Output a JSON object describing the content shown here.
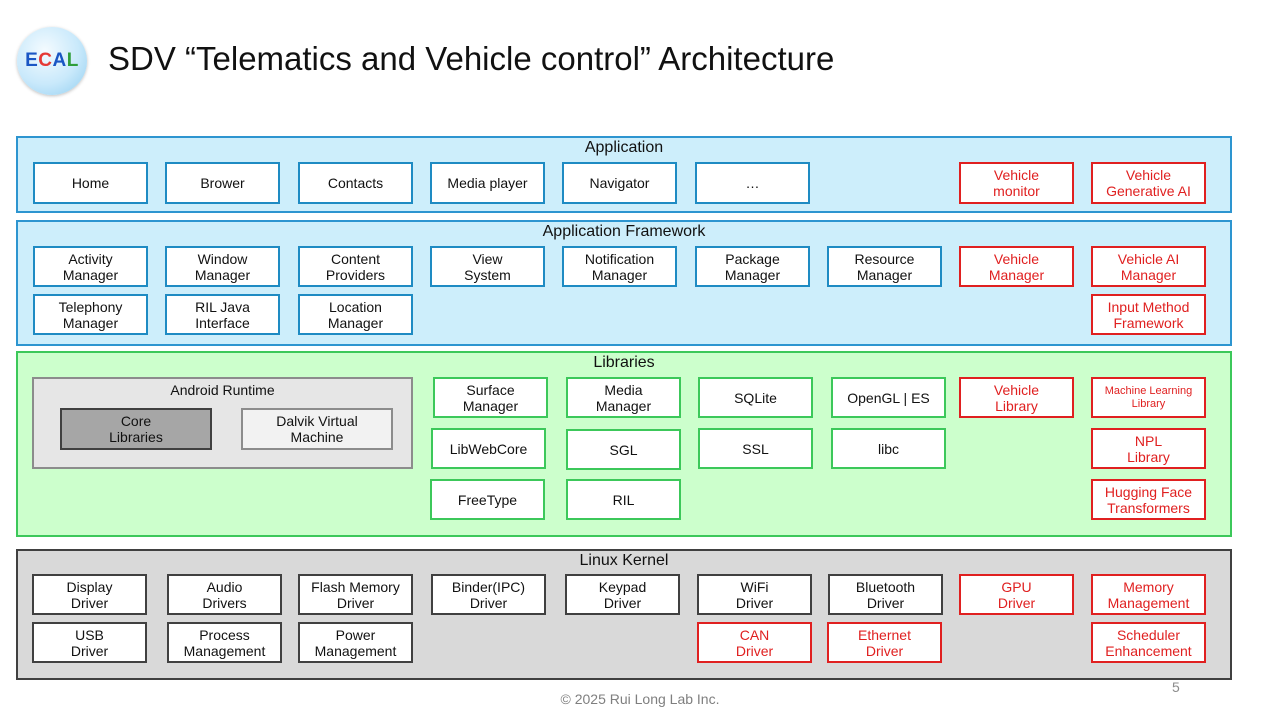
{
  "logo": {
    "letters": [
      "E",
      "C",
      "A",
      "L"
    ]
  },
  "title": "SDV “Telematics and Vehicle control” Architecture",
  "layers": {
    "application": {
      "title": "Application",
      "items": [
        "Home",
        "Brower",
        "Contacts",
        "Media player",
        "Navigator",
        "…",
        "Vehicle\nmonitor",
        "Vehicle\nGenerative AI"
      ]
    },
    "framework": {
      "title": "Application Framework",
      "items": [
        "Activity\nManager",
        "Window\nManager",
        "Content\nProviders",
        "View\nSystem",
        "Notification\nManager",
        "Package\nManager",
        "Resource\nManager",
        "Vehicle\nManager",
        "Vehicle AI\nManager",
        "Telephony\nManager",
        "RIL Java\nInterface",
        "Location\nManager",
        "Input Method\nFramework"
      ]
    },
    "libraries": {
      "title": "Libraries",
      "runtime_title": "Android Runtime",
      "core": "Core\nLibraries",
      "dalvik": "Dalvik Virtual\nMachine",
      "items": [
        "Surface\nManager",
        "Media\nManager",
        "SQLite",
        "OpenGL | ES",
        "Vehicle\nLibrary",
        "Machine Learning\nLibrary",
        "LibWebCore",
        "SGL",
        "SSL",
        "libc",
        "NPL\nLibrary",
        "FreeType",
        "RIL",
        "Hugging Face\nTransformers"
      ]
    },
    "kernel": {
      "title": "Linux Kernel",
      "items": [
        "Display\nDriver",
        "Audio\nDrivers",
        "Flash Memory\nDriver",
        "Binder(IPC)\nDriver",
        "Keypad\nDriver",
        "WiFi\nDriver",
        "Bluetooth\nDriver",
        "GPU\nDriver",
        "Memory\nManagement",
        "USB\nDriver",
        "Process\nManagement",
        "Power\nManagement",
        "CAN\nDriver",
        "Ethernet\nDriver",
        "Scheduler\nEnhancement"
      ]
    }
  },
  "footer": "© 2025 Rui Long Lab Inc.",
  "page_number": "5",
  "colors": {
    "app_fill": "#cdeefb",
    "app_border": "#2d95d0",
    "lib_fill": "#ccffcc",
    "lib_border": "#3cc85a",
    "kernel_fill": "#d9d9d9",
    "kernel_border": "#404040",
    "vehicle_red": "#e02020"
  }
}
